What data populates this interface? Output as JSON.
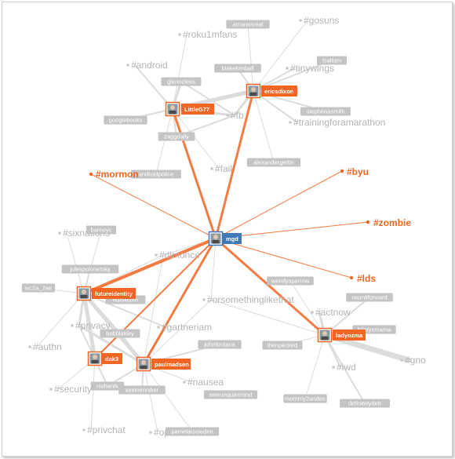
{
  "colors": {
    "orange": "#f26522",
    "tag_gray": "#b5b5b5",
    "user_gray": "#c4c4c4",
    "edge_gray": "#dcdcdc",
    "center_blue": "#3f79b8"
  },
  "center": {
    "label": "mgd",
    "icon": "avatar-icon"
  },
  "main_users": [
    {
      "id": "littleg77",
      "label": "LittleG77",
      "icon": "avatar-icon"
    },
    {
      "id": "ericsdixon",
      "label": "ericsdixon",
      "icon": "avatar-icon"
    },
    {
      "id": "futureidentity",
      "label": "futureidentity",
      "icon": "avatar-icon"
    },
    {
      "id": "dak3",
      "label": "dak3",
      "icon": "avatar-icon"
    },
    {
      "id": "paulmadsen",
      "label": "paulmadsen",
      "icon": "avatar-icon"
    },
    {
      "id": "ladyozma",
      "label": "ladyozma",
      "icon": "avatar-icon"
    }
  ],
  "orange_tags": [
    "#mormon",
    "#byu",
    "#zombie",
    "#lds"
  ],
  "gray_users": [
    "amareisreal",
    "blakekimball",
    "tsaltom",
    "glennzlees",
    "stephenasmith",
    "googlebooks",
    "zaggdaily",
    "alexandergerbs",
    "androidpolice",
    "barneyc",
    "julespolonetsky",
    "wc2a_2ae",
    "edfskitteh",
    "bobblakley",
    "wendysparrow",
    "momitforward",
    "lhenpecked",
    "johnfontana",
    "nishantk",
    "axelnenniker",
    "weeunquietmind",
    "pamelarosiedee",
    "mommy2andoo",
    "definitelydeb",
    "hilaryxmama"
  ],
  "gray_tags": [
    "#gosuns",
    "#roku1mfans",
    "#android",
    "#tinywings",
    "#fb",
    "#trainingforamarathon",
    "#fail",
    "#sixnations",
    "#dimonce",
    "#orsomethinglikethat",
    "#actnow",
    "#privacy",
    "#gartneriam",
    "#authn",
    "#nausea",
    "#security",
    "#openidsummit",
    "#privchat",
    "#iwd",
    "#gno"
  ]
}
